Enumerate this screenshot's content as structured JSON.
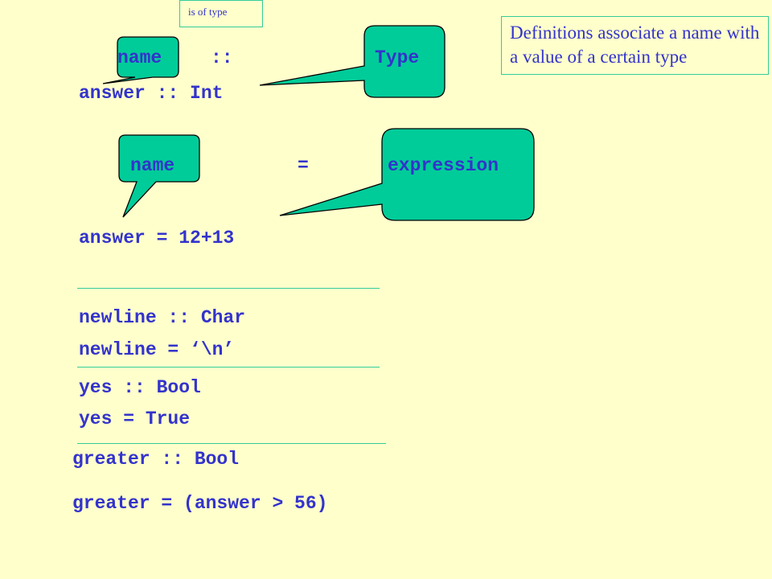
{
  "annotations": {
    "is_of_type_label": "is of type",
    "definition_note": "Definitions associate a name with a value of a certain type"
  },
  "callouts": {
    "type_name": "name",
    "type_separator": "::",
    "type_type": "Type",
    "value_name": "name",
    "value_equals": "=",
    "value_expression": "expression"
  },
  "examples": {
    "answer_type": "answer :: Int",
    "answer_value": "answer = 12+13",
    "newline_type": "newline :: Char",
    "newline_value": "newline = ‘\\n’",
    "yes_type": "yes :: Bool",
    "yes_value": "yes = True",
    "greater_type": "greater :: Bool",
    "greater_value": "greater = (answer > 56)"
  },
  "colors": {
    "background": "#ffffcc",
    "code_text": "#3333cc",
    "bubble_fill": "#00cc99",
    "rule_line": "#33cc99"
  }
}
